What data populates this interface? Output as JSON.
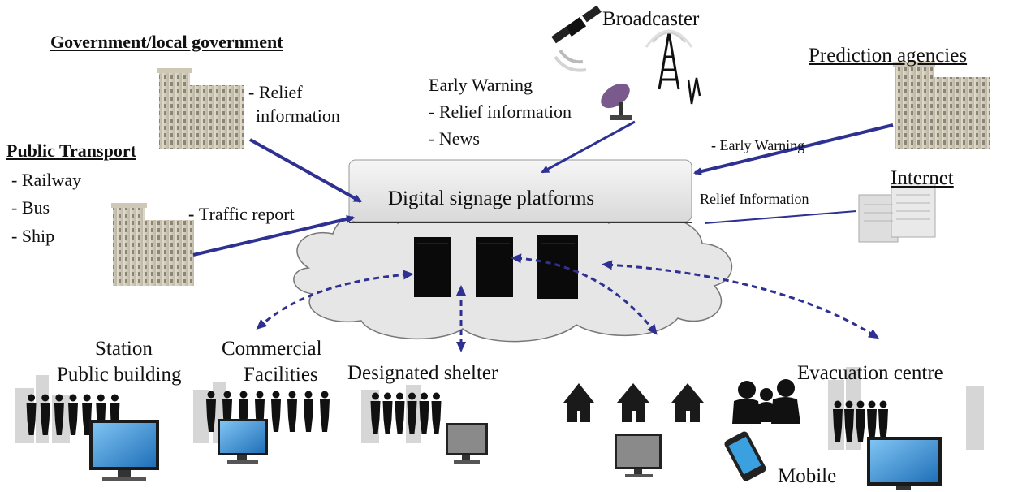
{
  "government": {
    "title": "Government/local government",
    "items": [
      "Relief",
      "information"
    ]
  },
  "public_transport": {
    "title": "Public Transport",
    "items": [
      "- Railway",
      "- Bus",
      "- Ship"
    ],
    "report": "Traffic report"
  },
  "broadcaster": {
    "title": "Broadcaster",
    "heading": "Early Warning",
    "items": [
      "- Relief information",
      "- News"
    ]
  },
  "prediction": {
    "title": "Prediction agencies",
    "item": "Early Warning"
  },
  "internet": {
    "title": "Internet",
    "item": "Relief Information"
  },
  "platform": {
    "title": "Digital signage platforms"
  },
  "endpoints": {
    "station": [
      "Station",
      "Public building"
    ],
    "commercial": [
      "Commercial",
      "Facilities"
    ],
    "shelter": "Designated shelter",
    "evacuation": "Evacuation centre",
    "mobile": "Mobile"
  },
  "colors": {
    "arrow": "#2e3192",
    "platform_fill": "#eaeaea",
    "cloud_fill": "#e6e6e6",
    "screen": "#2f8fd8"
  },
  "icons": [
    "office-building-icon",
    "satellite-icon",
    "radio-tower-icon",
    "satellite-dish-icon",
    "server-rack-icon",
    "house-icon",
    "monitor-icon",
    "mobile-phone-icon",
    "people-silhouette-icon",
    "city-skyline-icon"
  ]
}
